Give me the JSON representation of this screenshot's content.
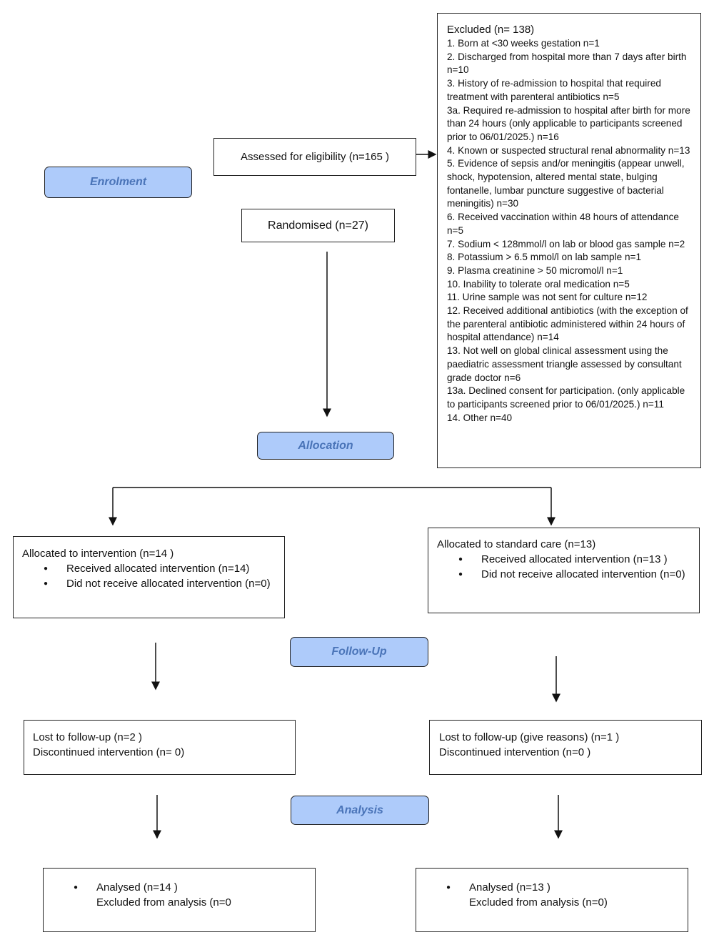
{
  "stages": {
    "enrolment": "Enrolment",
    "allocation": "Allocation",
    "follow_up": "Follow-Up",
    "analysis": "Analysis"
  },
  "assessed": "Assessed for eligibility (n=165 )",
  "randomised": "Randomised (n=27)",
  "excluded": {
    "title": "Excluded (n= 138)",
    "items": [
      "1. Born at <30 weeks gestation n=1",
      "2. Discharged from hospital more than 7 days after birth n=10",
      "3. History of re-admission to hospital that required treatment with parenteral antibiotics n=5",
      "3a. Required re-admission to hospital after birth for more than 24 hours (only applicable to participants screened prior to 06/01/2025.) n=16",
      "4. Known or suspected structural renal abnormality n=13",
      "5. Evidence of sepsis and/or meningitis (appear unwell, shock, hypotension, altered mental state, bulging fontanelle, lumbar puncture suggestive of bacterial meningitis) n=30",
      "6. Received vaccination within 48 hours of attendance n=5",
      "7. Sodium < 128mmol/l on lab or blood gas sample n=2",
      "8. Potassium > 6.5 mmol/l on lab sample n=1",
      "9. Plasma creatinine > 50 micromol/l n=1",
      "10. Inability to tolerate oral medication n=5",
      "11. Urine sample was not sent for culture n=12",
      "12. Received additional antibiotics (with the exception of the parenteral antibiotic administered within 24 hours of hospital attendance) n=14",
      "13. Not well on global clinical assessment using the paediatric assessment triangle assessed by consultant grade doctor n=6",
      "13a. Declined consent for participation. (only applicable to participants screened prior to 06/01/2025.) n=11",
      "14. Other n=40"
    ]
  },
  "left": {
    "allocated": "Allocated to intervention (n=14 )",
    "received": "Received allocated intervention (n=14)",
    "not_received": "Did not receive allocated intervention (n=0)",
    "lost": "Lost to follow-up (n=2 )",
    "discontinued": "Discontinued intervention (n= 0)",
    "analysed": "Analysed (n=14  )",
    "excluded_analysis": "Excluded from analysis (n=0"
  },
  "right": {
    "allocated": "Allocated to standard care (n=13)",
    "received": "Received allocated intervention (n=13 )",
    "not_received": "Did not receive allocated intervention (n=0)",
    "lost": "Lost to follow-up (give reasons) (n=1 )",
    "discontinued": "Discontinued intervention (n=0 )",
    "analysed": "Analysed (n=13  )",
    "excluded_analysis": "Excluded from analysis (n=0)"
  },
  "colors": {
    "stage_fill": "#aecbfa",
    "stage_text": "#4a74b8"
  }
}
